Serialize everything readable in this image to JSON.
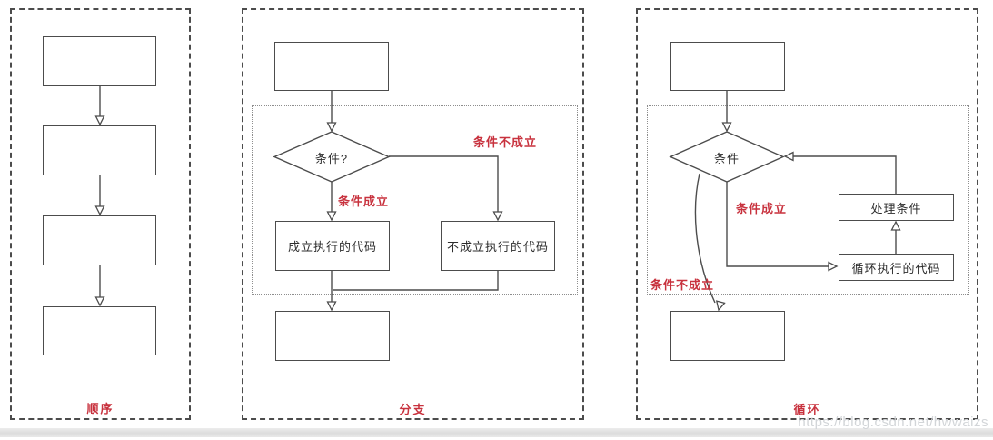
{
  "watermark": "https://blog.csdn.net/hwwaizs",
  "colors": {
    "annotation_red": "#c8323e",
    "line_gray": "#4c4c4c"
  },
  "panels": {
    "sequence": {
      "label": "顺序"
    },
    "branch": {
      "label": "分支",
      "condition": "条件?",
      "true_annotation": "条件成立",
      "false_annotation": "条件不成立",
      "true_box": "成立执行的代码",
      "false_box": "不成立执行的代码"
    },
    "loop": {
      "label": "循环",
      "condition": "条件",
      "true_annotation": "条件成立",
      "false_annotation": "条件不成立",
      "process_box": "处理条件",
      "body_box": "循环执行的代码"
    }
  }
}
